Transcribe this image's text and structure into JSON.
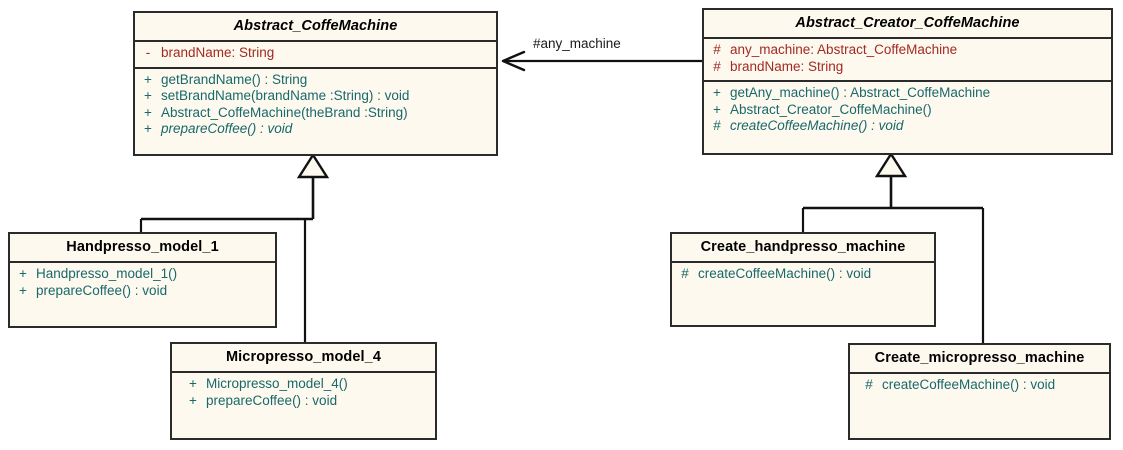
{
  "diagram": {
    "title": "Abstract Factory / Factory Method UML class diagram",
    "colors": {
      "box_fill": "#FDF9EE",
      "box_border": "#2b2b2b",
      "attribute_text": "#A22A22",
      "operation_text": "#19686B",
      "title_text": "#000000",
      "edge": "#111111",
      "canvas": "#ffffff"
    }
  },
  "classes": [
    {
      "id": "abstract-coffemachine",
      "name": "Abstract_CoffeMachine",
      "abstract": true,
      "attributes": [
        {
          "visibility": "-",
          "text": "brandName:  String",
          "abstract": false
        }
      ],
      "operations": [
        {
          "visibility": "+",
          "text": "getBrandName() : String",
          "abstract": false
        },
        {
          "visibility": "+",
          "text": "setBrandName(brandName :String) : void",
          "abstract": false
        },
        {
          "visibility": "+",
          "text": "Abstract_CoffeMachine(theBrand :String)",
          "abstract": false
        },
        {
          "visibility": "+",
          "text": "prepareCoffee() : void",
          "abstract": true
        }
      ]
    },
    {
      "id": "abstract-creator-coffemachine",
      "name": "Abstract_Creator_CoffeMachine",
      "abstract": true,
      "attributes": [
        {
          "visibility": "#",
          "text": "any_machine:  Abstract_CoffeMachine",
          "abstract": false
        },
        {
          "visibility": "#",
          "text": "brandName:  String",
          "abstract": false
        }
      ],
      "operations": [
        {
          "visibility": "+",
          "text": "getAny_machine() : Abstract_CoffeMachine",
          "abstract": false
        },
        {
          "visibility": "+",
          "text": "Abstract_Creator_CoffeMachine()",
          "abstract": false
        },
        {
          "visibility": "#",
          "text": "createCoffeeMachine() : void",
          "abstract": true
        }
      ]
    },
    {
      "id": "handpresso-model-1",
      "name": "Handpresso_model_1",
      "abstract": false,
      "attributes": [],
      "operations": [
        {
          "visibility": "+",
          "text": "Handpresso_model_1()",
          "abstract": false
        },
        {
          "visibility": "+",
          "text": "prepareCoffee() : void",
          "abstract": false
        }
      ]
    },
    {
      "id": "micropresso-model-4",
      "name": "Micropresso_model_4",
      "abstract": false,
      "attributes": [],
      "operations": [
        {
          "visibility": "+",
          "text": "Micropresso_model_4()",
          "abstract": false
        },
        {
          "visibility": "+",
          "text": "prepareCoffee() : void",
          "abstract": false
        }
      ]
    },
    {
      "id": "create-handpresso-machine",
      "name": "Create_handpresso_machine",
      "abstract": false,
      "attributes": [],
      "operations": [
        {
          "visibility": "#",
          "text": "createCoffeeMachine() : void",
          "abstract": false
        }
      ]
    },
    {
      "id": "create-micropresso-machine",
      "name": "Create_micropresso_machine",
      "abstract": false,
      "attributes": [],
      "operations": [
        {
          "visibility": "#",
          "text": "createCoffeeMachine() : void",
          "abstract": false
        }
      ]
    }
  ],
  "relations": {
    "association_label": "#any_machine",
    "generalizations": [
      {
        "from": "handpresso-model-1",
        "to": "abstract-coffemachine"
      },
      {
        "from": "micropresso-model-4",
        "to": "abstract-coffemachine"
      },
      {
        "from": "create-handpresso-machine",
        "to": "abstract-creator-coffemachine"
      },
      {
        "from": "create-micropresso-machine",
        "to": "abstract-creator-coffemachine"
      }
    ],
    "associations": [
      {
        "from": "abstract-creator-coffemachine",
        "to": "abstract-coffemachine",
        "label": "#any_machine"
      }
    ]
  }
}
